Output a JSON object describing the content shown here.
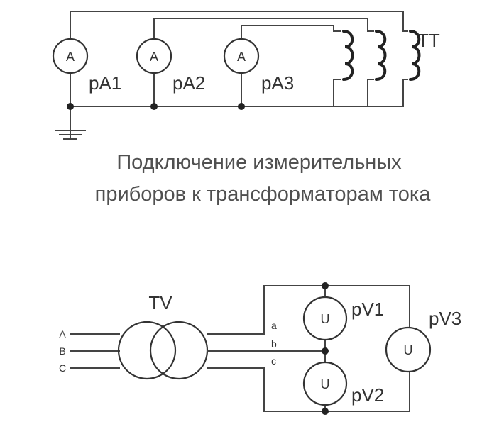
{
  "top_circuit": {
    "ammeter_symbol": "A",
    "ammeters": [
      "pA1",
      "pA2",
      "pA3"
    ],
    "transformer_label": "TT"
  },
  "caption": {
    "line1": "Подключение измерительных",
    "line2": "приборов к трансформаторам тока"
  },
  "bottom_circuit": {
    "transformer_label": "TV",
    "voltmeter_symbol": "U",
    "voltmeters": [
      "pV1",
      "pV2",
      "pV3"
    ],
    "primary_terminals": [
      "A",
      "B",
      "C"
    ],
    "secondary_terminals": [
      "a",
      "b",
      "c"
    ]
  }
}
